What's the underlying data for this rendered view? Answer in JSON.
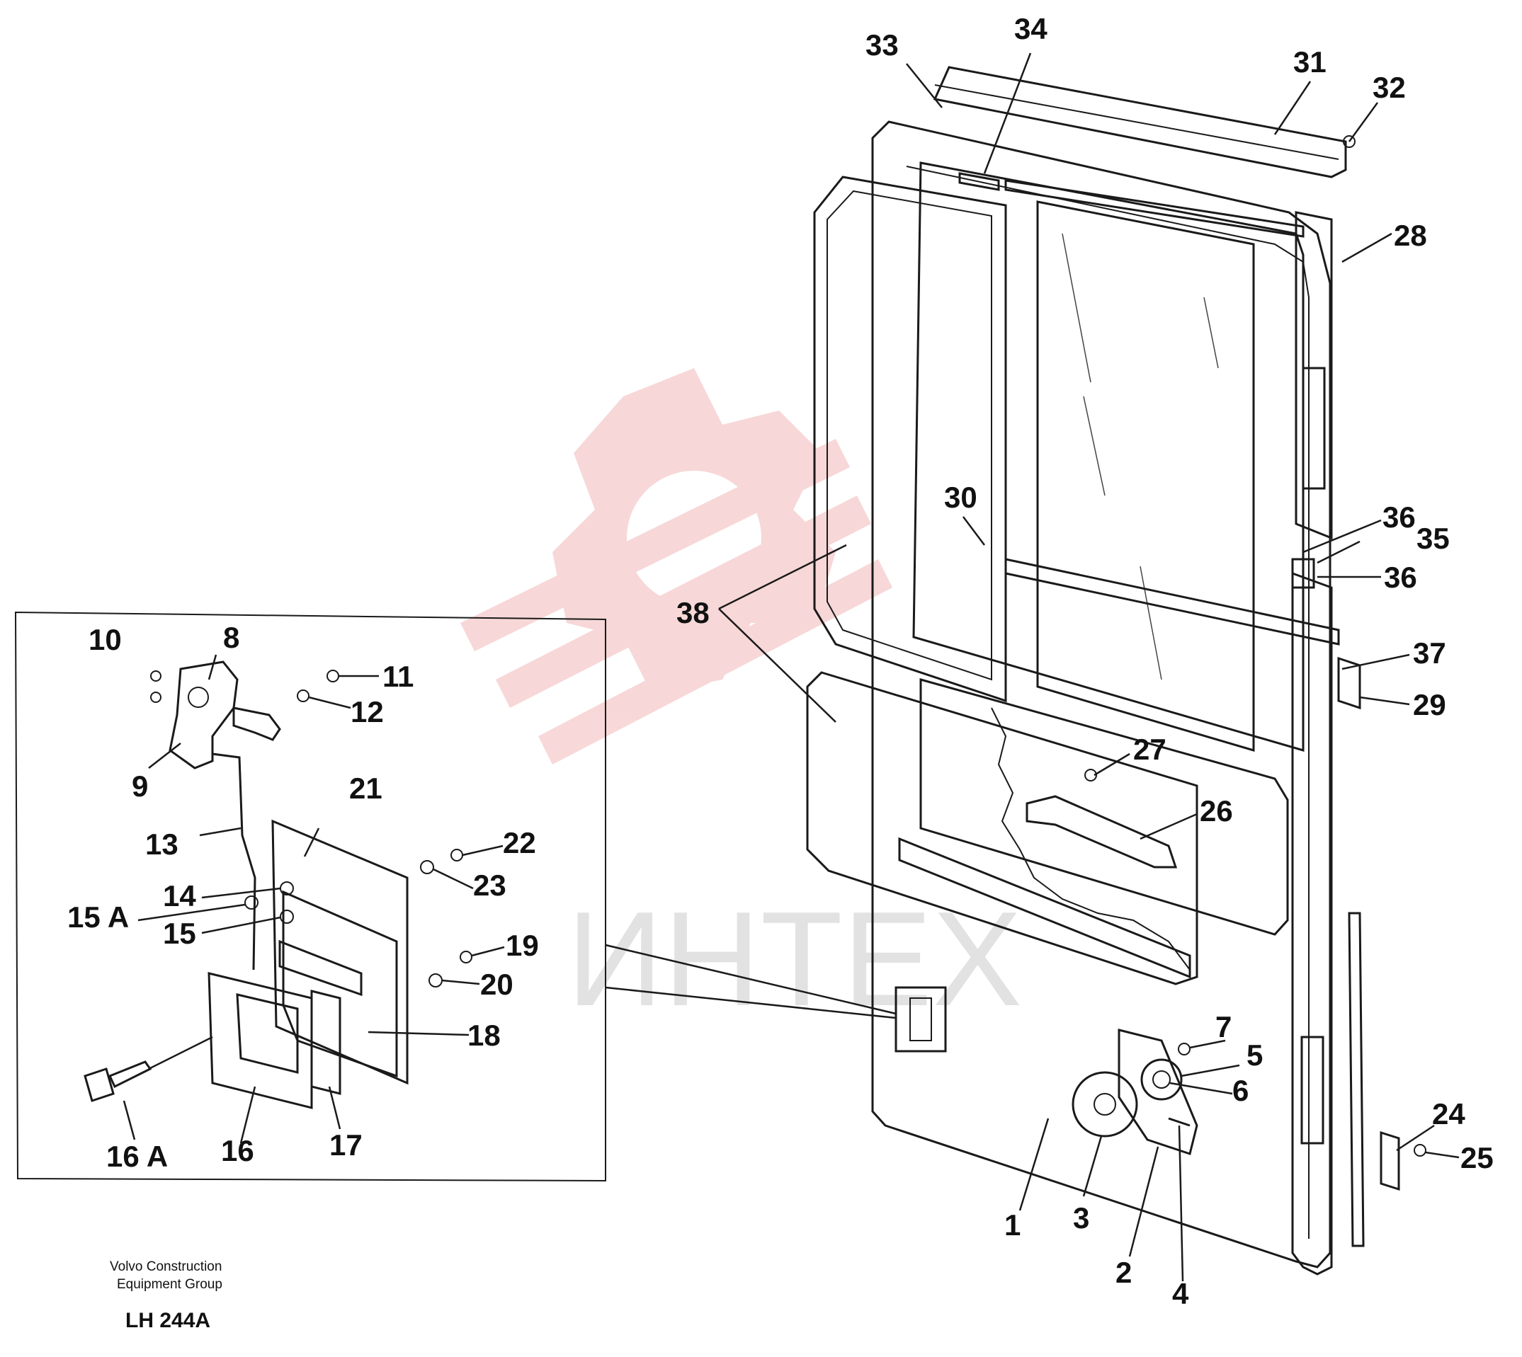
{
  "footer": {
    "company_line1": "Volvo Construction",
    "company_line2": "Equipment Group",
    "drawing_code": "LH 244A"
  },
  "watermark": {
    "text": "ИНТЕХ",
    "logo": "gear-wing-logo",
    "color": "#f2b8b8"
  },
  "callouts": {
    "c1": "1",
    "c2": "2",
    "c3": "3",
    "c4": "4",
    "c5": "5",
    "c6": "6",
    "c7": "7",
    "c8": "8",
    "c9": "9",
    "c10": "10",
    "c11": "11",
    "c12": "12",
    "c13": "13",
    "c14": "14",
    "c15": "15",
    "c15a": "15 A",
    "c16": "16",
    "c16a": "16 A",
    "c17": "17",
    "c18": "18",
    "c19": "19",
    "c20": "20",
    "c21": "21",
    "c22": "22",
    "c23": "23",
    "c24": "24",
    "c25": "25",
    "c26": "26",
    "c27": "27",
    "c28": "28",
    "c29": "29",
    "c30": "30",
    "c31": "31",
    "c32": "32",
    "c33": "33",
    "c34": "34",
    "c35": "35",
    "c36a": "36",
    "c36b": "36",
    "c37": "37",
    "c38": "38"
  }
}
